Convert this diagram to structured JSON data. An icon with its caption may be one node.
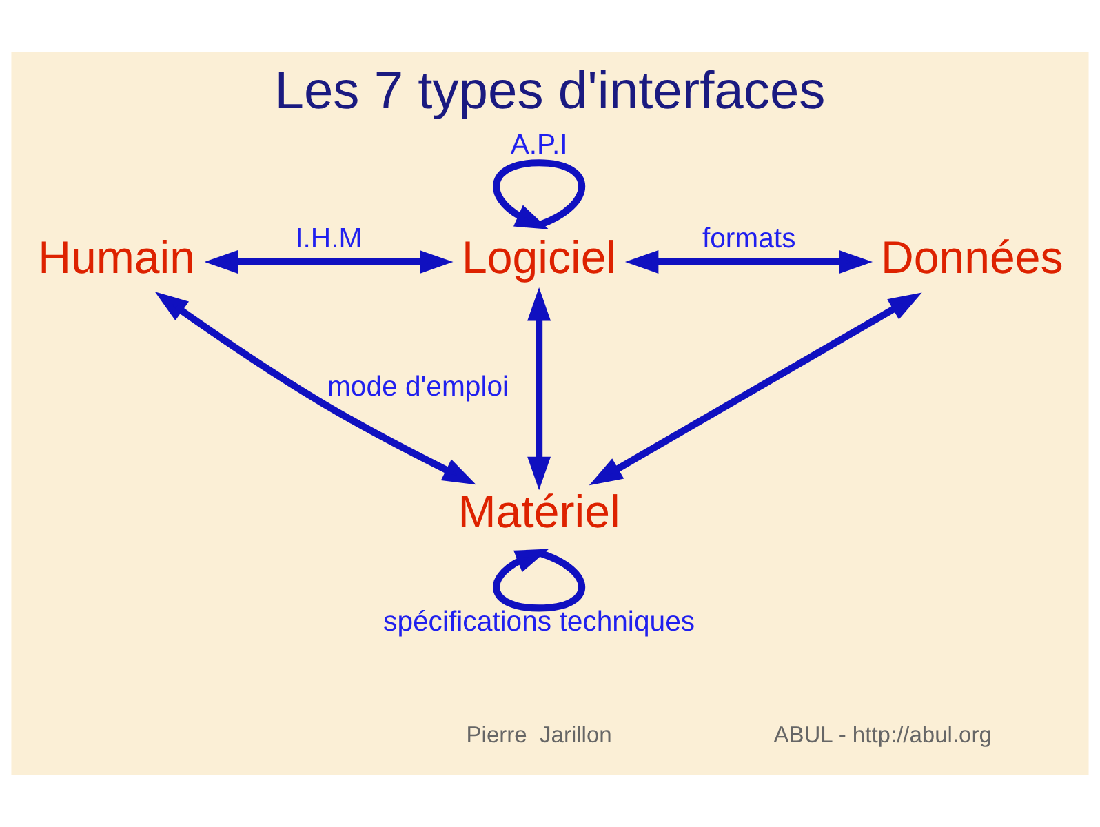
{
  "diagram": {
    "title": "Les 7 types d'interfaces",
    "nodes": [
      {
        "text": [
          "Humain"
        ]
      },
      {
        "text": [
          "Logiciel"
        ]
      },
      {
        "text": [
          "Données"
        ]
      },
      {
        "text": [
          "Matériel"
        ]
      }
    ],
    "edges": [
      {
        "from": 1,
        "to": 1,
        "arrow": "to",
        "label": "A.P.I"
      },
      {
        "from": 0,
        "to": 1,
        "arrow": "both",
        "label": "I.H.M"
      },
      {
        "from": 1,
        "to": 2,
        "arrow": "both",
        "label": "formats"
      },
      {
        "from": 0,
        "to": 3,
        "arrow": "both",
        "label": "mode d'emploi"
      },
      {
        "from": 1,
        "to": 3,
        "arrow": "both"
      },
      {
        "from": 2,
        "to": 3,
        "arrow": "both"
      },
      {
        "from": 3,
        "to": 3,
        "arrow": "to",
        "label": "spécifications techniques"
      }
    ],
    "labels": [
      "Pierre  Jarillon",
      "ABUL - http://abul.org"
    ]
  }
}
